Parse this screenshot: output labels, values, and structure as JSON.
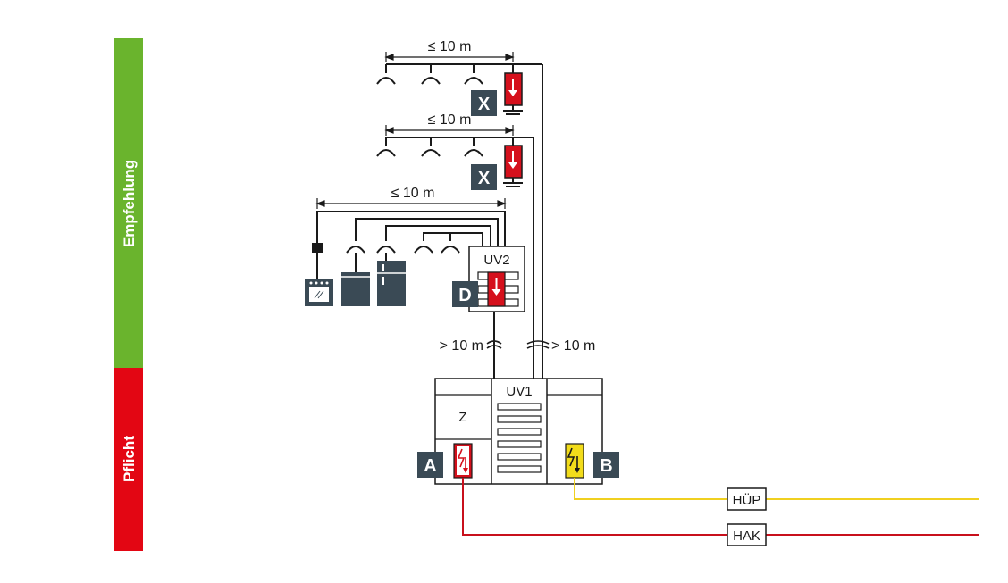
{
  "bands": {
    "recommendation": {
      "label": "Empfehlung",
      "color": "#6ab42d"
    },
    "mandatory": {
      "label": "Pflicht",
      "color": "#e30613"
    }
  },
  "dimensions": {
    "top": "≤ 10 m",
    "middle": "≤ 10 m",
    "lower": "≤ 10 m",
    "left_cable": "> 10 m",
    "right_cable": "> 10 m"
  },
  "boxes": {
    "uv1": "UV1",
    "uv2": "UV2",
    "meter": "Z",
    "hup": "HÜP",
    "hak": "HAK"
  },
  "badges": {
    "a": "A",
    "b": "B",
    "d": "D",
    "x_top": "X",
    "x_mid": "X"
  },
  "colors": {
    "badge": "#3a4a55",
    "spd_red": "#d5101c",
    "spd_yellow": "#f2dc1a",
    "telecom_line": "#f0d020",
    "power_line": "#c8101c",
    "appliance": "#3a4a55",
    "line": "#1a1a1a"
  },
  "icons": [
    "lamp-icon",
    "surge-arrester-icon",
    "ground-icon",
    "oven-icon",
    "dishwasher-icon",
    "fridge-icon",
    "cable-break-icon"
  ]
}
